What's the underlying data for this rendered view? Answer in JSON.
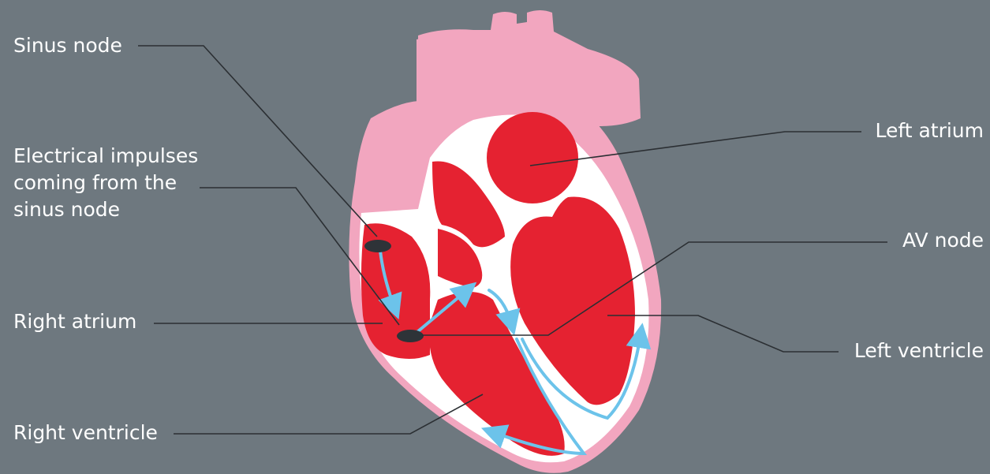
{
  "labels": {
    "sinus_node": "Sinus node",
    "impulses_line1": "Electrical impulses",
    "impulses_line2": "coming from the",
    "impulses_line3": "sinus node",
    "right_atrium": "Right atrium",
    "right_ventricle": "Right ventricle",
    "left_atrium": "Left atrium",
    "av_node": "AV node",
    "left_ventricle": "Left ventricle"
  },
  "colors": {
    "background": "#6e787f",
    "outer_tissue": "#f2a6bf",
    "inner_wall": "#ffffff",
    "chamber": "#e52231",
    "node": "#2e3338",
    "impulse_arrow": "#6cc3ea",
    "leader_line": "#2b2f33",
    "label_text": "#ffffff"
  }
}
